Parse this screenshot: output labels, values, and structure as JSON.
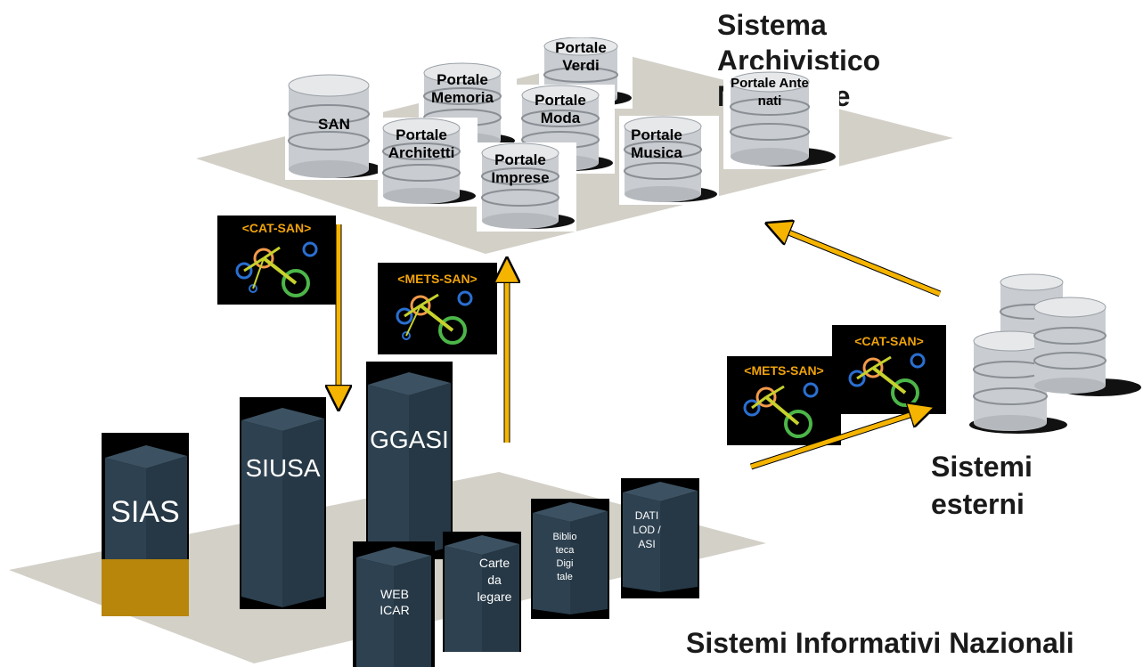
{
  "titles": {
    "san": "Sistema Archivistico Nazionale",
    "external": "Sistemi esterni",
    "national": "Sistemi Informativi Nazionali"
  },
  "portals": {
    "san": "SAN",
    "memoria": "Portale Memoria",
    "verdi": "Portale Verdi",
    "moda": "Portale Moda",
    "architetti": "Portale Architetti",
    "imprese": "Portale Imprese",
    "musica": "Portale Musica",
    "antenati": "Portale Ante nati"
  },
  "formats": {
    "cat_left": "<CAT-SAN>",
    "mets_mid": "<METS-SAN>",
    "cat_right": "<CAT-SAN>",
    "mets_right": "<METS-SAN>"
  },
  "systems": {
    "sias": "SIAS",
    "siusa": "SIUSA",
    "ggasi": "GGASI",
    "webicar": "WEB ICAR",
    "carte": "Carte da legare",
    "biblioteca": "Biblio teca Digi tale",
    "dati": "DATI LOD / ASI"
  },
  "colors": {
    "arrow": "#f5b400",
    "tower": "#2c3e4c",
    "plane": "#d3d0c8",
    "tag": "#f0a30a",
    "sias_accent": "#b8860b"
  }
}
